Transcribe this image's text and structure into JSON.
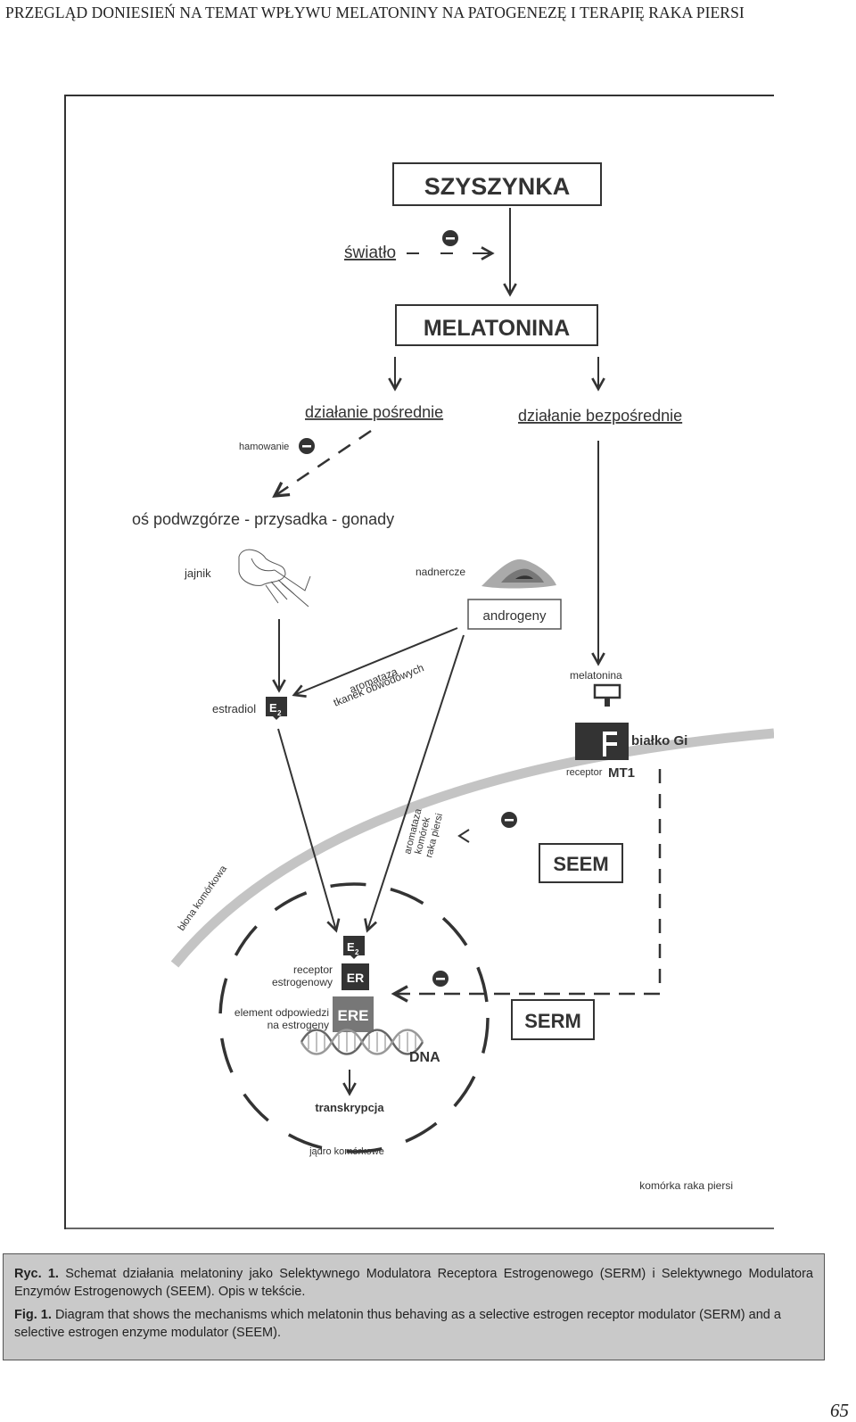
{
  "header": {
    "running_head": "PRZEGLĄD DONIESIEŃ NA TEMAT WPŁYWU MELATONINY NA PATOGENEZĘ I TERAPIĘ RAKA PIERSI"
  },
  "figure": {
    "szyszynka": "SZYSZYNKA",
    "swiatlo": "światło",
    "melatonina": "MELATONINA",
    "dzialanie_posrednie": "działanie pośrednie",
    "dzialanie_bezposrednie": "działanie bezpośrednie",
    "hamowanie": "hamowanie",
    "os": "oś podwzgórze - przysadka - gonady",
    "jajnik": "jajnik",
    "nadnercze": "nadnercze",
    "androgeny": "androgeny",
    "aromataza_tkanek_1": "aromataza",
    "aromataza_tkanek_2": "tkanek obwodowych",
    "estradiol": "estradiol",
    "e2_letter": "E",
    "e2_sub": "2",
    "melatonina_small": "melatonina",
    "bialko_gi": "białko Gi",
    "receptor_label": "receptor",
    "mt1": "MT1",
    "aromataza_raka_1": "aromataza",
    "aromataza_raka_2": "komórek",
    "aromataza_raka_3": "raka piersi",
    "seem": "SEEM",
    "serm": "SERM",
    "blona": "błona komórkowa",
    "receptor_estrogenowy_1": "receptor",
    "receptor_estrogenowy_2": "estrogenowy",
    "er": "ER",
    "element_1": "element odpowiedzi",
    "element_2": "na estrogeny",
    "ere": "ERE",
    "dna": "DNA",
    "transkrypcja": "transkrypcja",
    "jadro": "jądro komórkowe",
    "komorka": "komórka raka piersi"
  },
  "caption": {
    "pl_label": "Ryc. 1.",
    "pl_text": "Schemat działania melatoniny jako Selektywnego Modulatora Receptora Estrogenowego (SERM) i Selektywnego Modulatora Enzymów Estrogenowych (SEEM). Opis w tekście.",
    "en_label": "Fig. 1.",
    "en_text": "Diagram that shows the mechanisms which melatonin thus behaving as a selective estrogen receptor modulator (SERM) and a selective estrogen enzyme modulator (SEEM)."
  },
  "page_number": "65"
}
